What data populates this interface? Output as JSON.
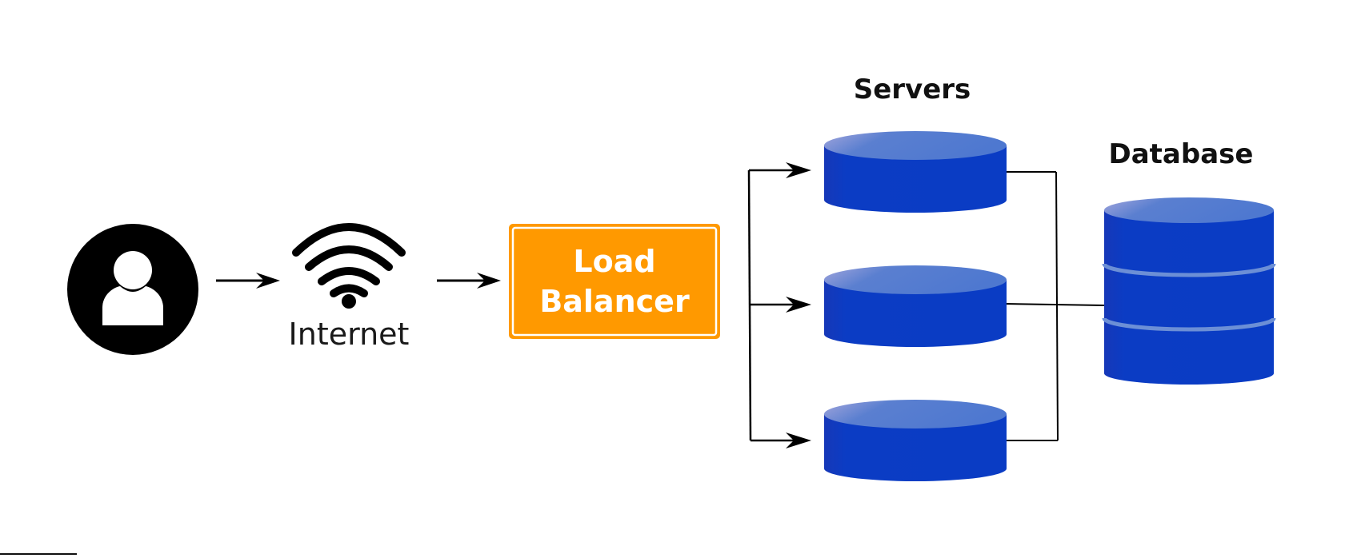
{
  "diagram": {
    "title": "",
    "nodes": {
      "user": {
        "icon": "user-icon"
      },
      "internet": {
        "label": "Internet",
        "icon": "wifi-icon"
      },
      "load_balancer": {
        "line1": "Load",
        "line2": "Balancer",
        "color": "#FF9900"
      },
      "servers": {
        "heading": "Servers",
        "count": 3,
        "color": "#0A3CC2"
      },
      "database": {
        "heading": "Database",
        "color": "#0A3CC2"
      }
    },
    "edges": [
      {
        "from": "user",
        "to": "internet"
      },
      {
        "from": "internet",
        "to": "load_balancer"
      },
      {
        "from": "load_balancer",
        "to": "server-1"
      },
      {
        "from": "load_balancer",
        "to": "server-2"
      },
      {
        "from": "load_balancer",
        "to": "server-3"
      },
      {
        "from": "server-1",
        "to": "database"
      },
      {
        "from": "server-2",
        "to": "database"
      },
      {
        "from": "server-3",
        "to": "database"
      }
    ]
  }
}
